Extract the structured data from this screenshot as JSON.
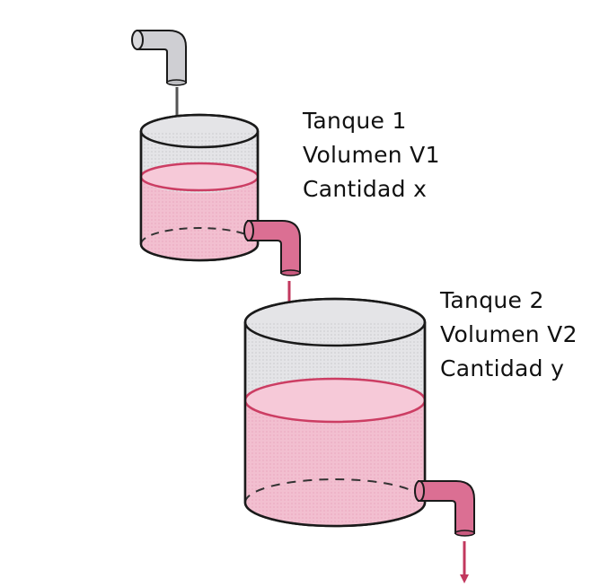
{
  "colors": {
    "liquid": "#f2bfd0",
    "liquid_surface": "#f6c9d8",
    "liquid_rim": "#cc3d63",
    "tank_wall": "#e2e2e5",
    "tank_outline": "#1a1a1a",
    "pipe_gray": "#c9c8cc",
    "pipe_pink": "#db6f93",
    "arrow_gray": "#555555",
    "arrow_red": "#c2385e"
  },
  "tank1": {
    "name": "Tanque 1",
    "volume": "Volumen V1",
    "amount": "Cantidad x",
    "fill_fraction": 0.53
  },
  "tank2": {
    "name": "Tanque 2",
    "volume": "Volumen V2",
    "amount": "Cantidad y",
    "fill_fraction": 0.61
  },
  "icons": {
    "inlet_pipe": "curved-pipe-icon",
    "outlet_pipe": "curved-pipe-icon",
    "flow_arrow": "arrow-down-icon"
  }
}
